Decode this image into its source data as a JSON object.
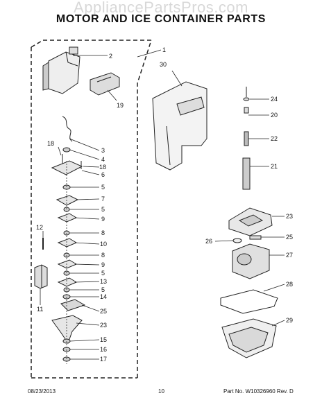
{
  "watermark": "AppliancePartsPros.com",
  "title": "MOTOR AND ICE CONTAINER PARTS",
  "footer": {
    "date": "08/23/2013",
    "page": "10",
    "part_no": "Part No.  W10326960  Rev.  D"
  },
  "callouts": [
    "1",
    "2",
    "3",
    "4",
    "5",
    "6",
    "7",
    "8",
    "9",
    "10",
    "11",
    "12",
    "13",
    "14",
    "15",
    "16",
    "17",
    "18",
    "19",
    "20",
    "21",
    "22",
    "23",
    "24",
    "25",
    "26",
    "27",
    "28",
    "29",
    "30"
  ]
}
